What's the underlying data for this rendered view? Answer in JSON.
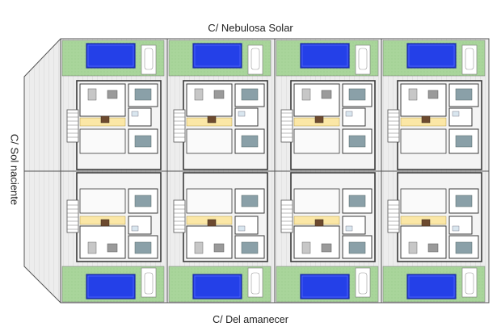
{
  "streets": {
    "top": "C/ Nebulosa Solar",
    "bottom": "C/ Del amanecer",
    "left": "C/ Sol naciente"
  },
  "plan": {
    "block_columns": 4,
    "block_rows": 2,
    "colors": {
      "lawn": "#a9d59b",
      "pool": "#2440e8",
      "pool_edge": "#1a2a9c",
      "terrace": "#e6e6e6",
      "wall": "#3a3a3a",
      "floor": "#f4f4f4",
      "kitchen": "#fbe7a6",
      "bed": "#8aa0a8",
      "table": "#6d4a2f"
    }
  }
}
